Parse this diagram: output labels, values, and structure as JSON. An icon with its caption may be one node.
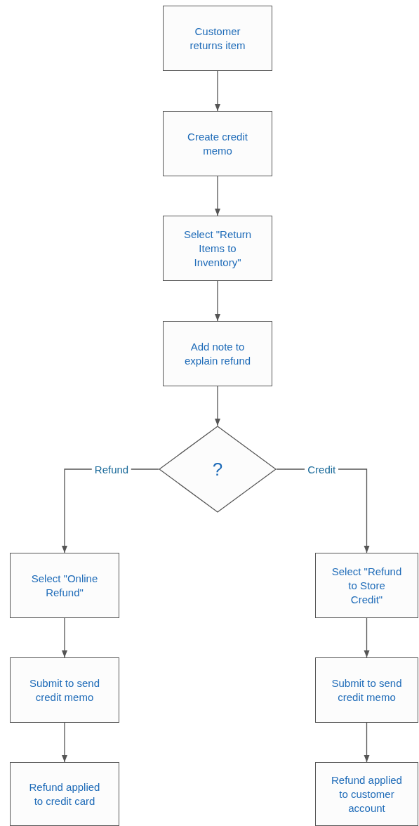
{
  "diagram": {
    "nodes": [
      {
        "text": [
          "Customer returns item"
        ]
      },
      {
        "text": [
          "Create credit memo"
        ]
      },
      {
        "text": [
          "Select \"Return Items to Inventory\""
        ]
      },
      {
        "text": [
          "Add note to explain refund"
        ]
      },
      {
        "text": [
          "?"
        ]
      },
      {
        "text": [
          "Select \"Online Refund\""
        ]
      },
      {
        "text": [
          "Submit to send credit memo"
        ]
      },
      {
        "text": [
          "Refund applied to credit card"
        ]
      },
      {
        "text": [
          "Select \"Refund to Store Credit\""
        ]
      },
      {
        "text": [
          "Submit to send credit memo"
        ]
      },
      {
        "text": [
          "Refund applied to customer account"
        ]
      }
    ],
    "edges": [
      {
        "from": 0,
        "to": 1,
        "arrow": "to"
      },
      {
        "from": 1,
        "to": 2,
        "arrow": "to"
      },
      {
        "from": 2,
        "to": 3,
        "arrow": "to"
      },
      {
        "from": 3,
        "to": 4,
        "arrow": "to"
      },
      {
        "from": 4,
        "to": 5,
        "arrow": "to",
        "label": "Refund"
      },
      {
        "from": 4,
        "to": 8,
        "arrow": "to",
        "label": "Credit"
      },
      {
        "from": 5,
        "to": 6,
        "arrow": "to"
      },
      {
        "from": 6,
        "to": 7,
        "arrow": "to"
      },
      {
        "from": 8,
        "to": 9,
        "arrow": "to"
      },
      {
        "from": 9,
        "to": 10,
        "arrow": "to"
      }
    ]
  }
}
